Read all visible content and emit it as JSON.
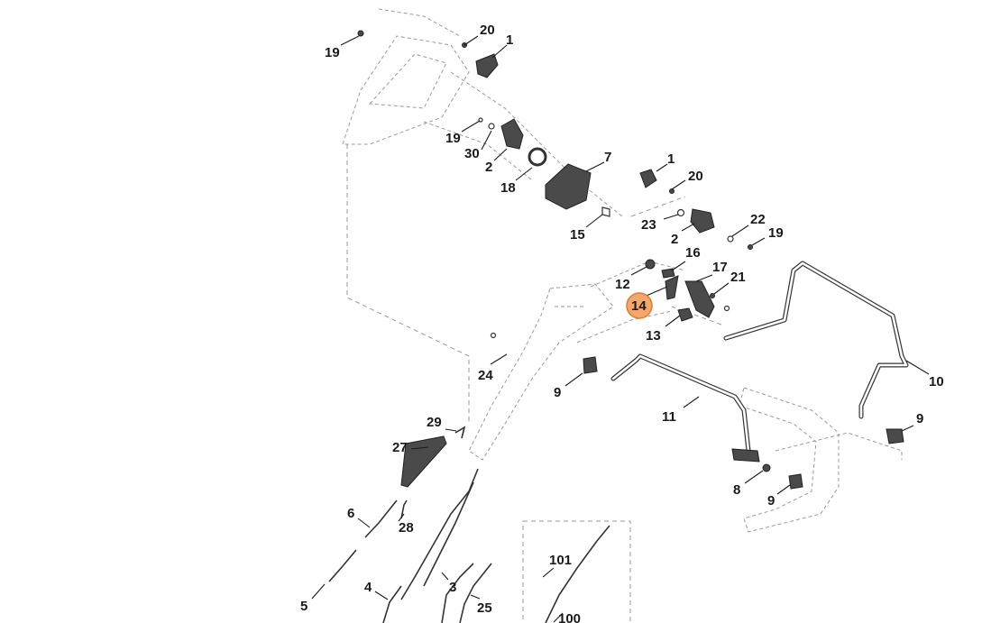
{
  "diagram": {
    "highlight_color": "#f5a66a",
    "highlight_stroke": "#e07b2e",
    "highlighted_label": "14",
    "labels": [
      "19",
      "20",
      "1",
      "19",
      "30",
      "2",
      "18",
      "7",
      "1",
      "20",
      "23",
      "2",
      "22",
      "19",
      "15",
      "12",
      "16",
      "17",
      "21",
      "14",
      "13",
      "24",
      "9",
      "11",
      "10",
      "9",
      "29",
      "27",
      "6",
      "28",
      "8",
      "9",
      "5",
      "4",
      "3",
      "25",
      "101",
      "100"
    ]
  }
}
